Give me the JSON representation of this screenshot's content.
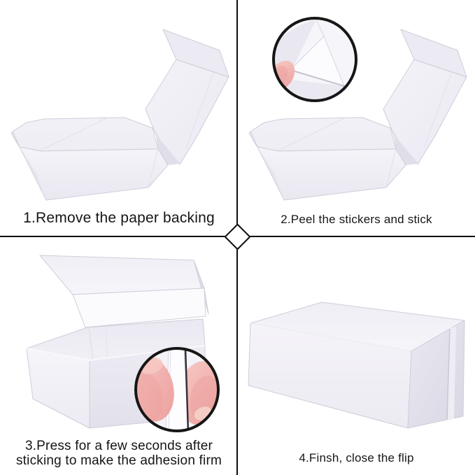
{
  "title": "Magnetic gift box folding instructions (4 steps)",
  "steps": [
    {
      "number": "1",
      "lines": [
        "1.Remove the paper backing"
      ],
      "photo_alt": "collapsed flat box with lid flap raised"
    },
    {
      "number": "2",
      "lines": [
        "2.Peel the stickers and stick"
      ],
      "photo_alt": "collapsed box with close-up circle of a finger peeling the sticker backing"
    },
    {
      "number": "3",
      "lines": [
        "3.Press for a few seconds after",
        "sticking to make the adhesion firm"
      ],
      "photo_alt": "open box with close-up circle of fingers pressing the wall"
    },
    {
      "number": "4",
      "lines": [
        "4.Finsh, close the flip"
      ],
      "photo_alt": "finished closed white box"
    }
  ],
  "colors": {
    "bg": "#ffffff",
    "ink": "#151515",
    "divider": "#0e0e0e",
    "ring": "#161616",
    "box-light": "#f6f5fa",
    "box-mid": "#eceaf2",
    "box-dark": "#e0dee8",
    "edge": "#cfcdd9",
    "edge-soft": "#e2e0ea",
    "finger": "#ec9f9e",
    "finger-light": "#f7c9c3"
  }
}
